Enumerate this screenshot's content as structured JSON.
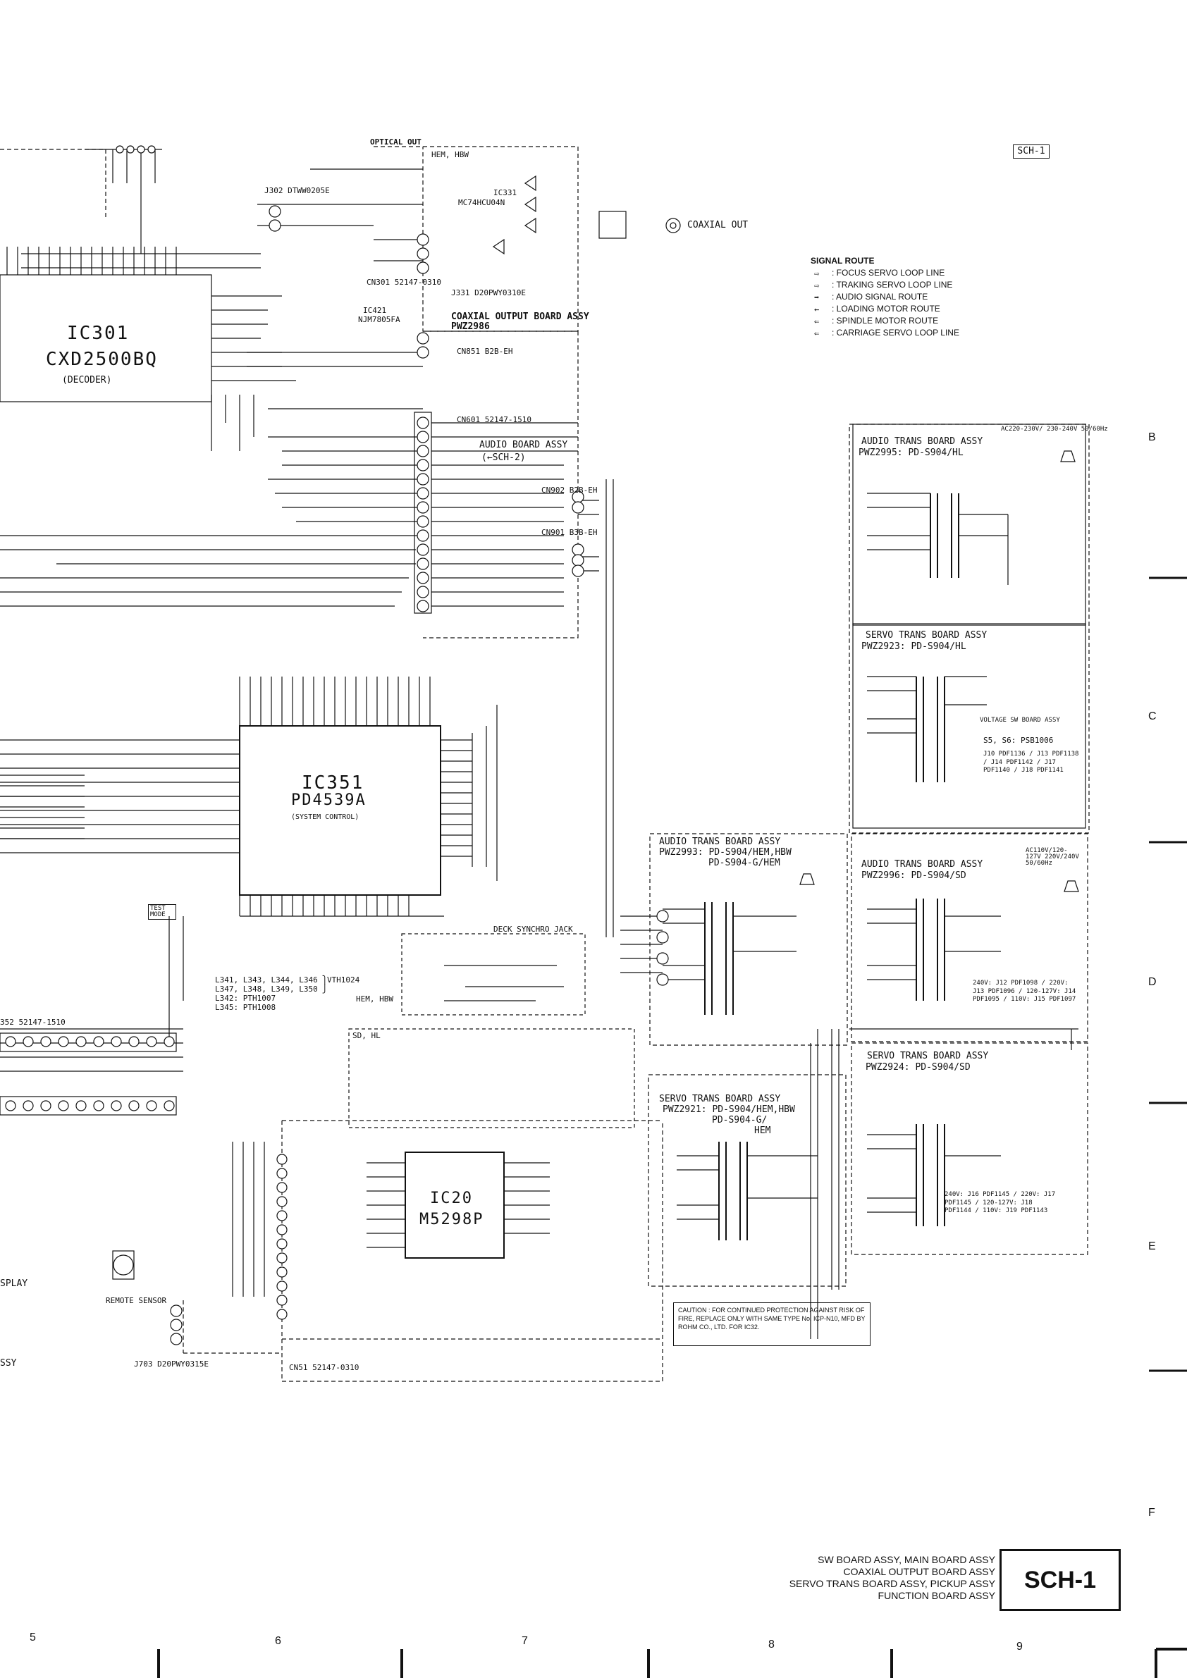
{
  "sheet": {
    "tag": "SCH-1",
    "title_lines": [
      "SW BOARD ASSY, MAIN BOARD ASSY",
      "COAXIAL OUTPUT BOARD ASSY",
      "SERVO TRANS BOARD ASSY, PICKUP ASSY",
      "FUNCTION BOARD ASSY"
    ],
    "title_code": "SCH-1",
    "grid_columns": [
      "5",
      "6",
      "7",
      "8",
      "9"
    ],
    "grid_rows": [
      "B",
      "C",
      "D",
      "E",
      "F"
    ]
  },
  "legend": {
    "title": "SIGNAL ROUTE",
    "items": [
      ": FOCUS SERVO LOOP LINE",
      ": TRAKING SERVO LOOP LINE",
      ": AUDIO SIGNAL ROUTE",
      ": LOADING MOTOR ROUTE",
      ": SPINDLE MOTOR ROUTE",
      ": CARRIAGE SERVO LOOP LINE"
    ]
  },
  "ics": {
    "ic301": {
      "ref": "IC301",
      "part": "CXD2500BQ",
      "role": "(DECODER)"
    },
    "ic351": {
      "ref": "IC351",
      "part": "PD4539A",
      "role": "(SYSTEM CONTROL)"
    },
    "ic20": {
      "ref": "IC20",
      "part": "M5298P"
    },
    "ic331": {
      "ref": "IC331",
      "part": "MC74HCU04N"
    },
    "ic421": {
      "ref": "IC421",
      "part": "NJM7805FA"
    }
  },
  "boards": {
    "coaxial": "COAXIAL OUTPUT BOARD ASSY",
    "coaxial_code": "PWZ2986",
    "audio_ref": "AUDIO BOARD ASSY",
    "audio_ref_sheet": "(←SCH-2)",
    "hem_hbw": "HEM, HBW",
    "hem_hbw_2": "HEM, HBW",
    "sd_hl": "SD, HL",
    "audio_trans_hl": "AUDIO TRANS BOARD ASSY",
    "audio_trans_hl_code": "PWZ2995: PD-S904/HL",
    "servo_trans_hl": "SERVO TRANS BOARD ASSY",
    "servo_trans_hl_code": "PWZ2923: PD-S904/HL",
    "audio_trans_hem": "AUDIO TRANS BOARD ASSY",
    "audio_trans_hem_code": "PWZ2993: PD-S904/HEM,HBW",
    "audio_trans_hem_code2": "PD-S904-G/HEM",
    "audio_trans_sd": "AUDIO TRANS BOARD ASSY",
    "audio_trans_sd_code": "PWZ2996: PD-S904/SD",
    "servo_trans_sd": "SERVO TRANS BOARD ASSY",
    "servo_trans_sd_code": "PWZ2924: PD-S904/SD",
    "servo_trans_hem": "SERVO TRANS BOARD ASSY",
    "servo_trans_hem_code": "PWZ2921: PD-S904/HEM,HBW",
    "servo_trans_hem_code2": "PD-S904-G/",
    "servo_trans_hem_code3": "HEM"
  },
  "labels": {
    "optical_out": "OPTICAL OUT",
    "coaxial_out": "COAXIAL OUT",
    "deck_synchro": "DECK SYNCHRO JACK",
    "remote_sensor": "REMOTE SENSOR",
    "test_mode": "TEST MODE",
    "voltage_sw": "VOLTAGE SW BOARD ASSY",
    "caution": "CAUTION : FOR CONTINUED PROTECTION AGAINST RISK OF FIRE, REPLACE ONLY WITH SAME TYPE No. ICP-N10, MFD BY ROHM CO., LTD. FOR IC32.",
    "ac_hl": "AC220-230V/ 230-240V 50/60Hz",
    "ac_sd": "AC110V/120-127V 220V/240V 50/60Hz",
    "cn601": "CN601 52147-1510",
    "cn851": "CN851 B2B-EH",
    "cn902": "CN902 B2B-EH",
    "cn901": "CN901 B3B-EH",
    "cn301": "CN301 52147-0310",
    "j331": "J331 D20PWY0310E",
    "j302": "J302 DTWW0205E",
    "j703": "J703 D20PWY0315E",
    "cn51": "CN51 52147-0310",
    "cn352": "352 52147-1510",
    "l_list_1": "L341, L343, L344, L346 ⎫VTH1024",
    "l_list_2": "L347, L348, L349, L350 ⎭",
    "l_list_3": "L342: PTH1007",
    "l_list_4": "L345: PTH1008",
    "s5s6": "S5, S6: PSB1006",
    "j_list_hl": "J10 PDF1136 / J13 PDF1138 / J14 PDF1142 / J17 PDF1140 / J18 PDF1141",
    "j_list_sd": "240V: J12 PDF1098 / 220V: J13 PDF1096 / 120-127V: J14 PDF1095 / 110V: J15 PDF1097",
    "j_list_sd2": "240V: J16 PDF1145 / 220V: J17 PDF1145 / 120-127V: J18 PDF1144 / 110V: J19 PDF1143",
    "play": "SPLAY",
    "ssy": "SSY"
  }
}
